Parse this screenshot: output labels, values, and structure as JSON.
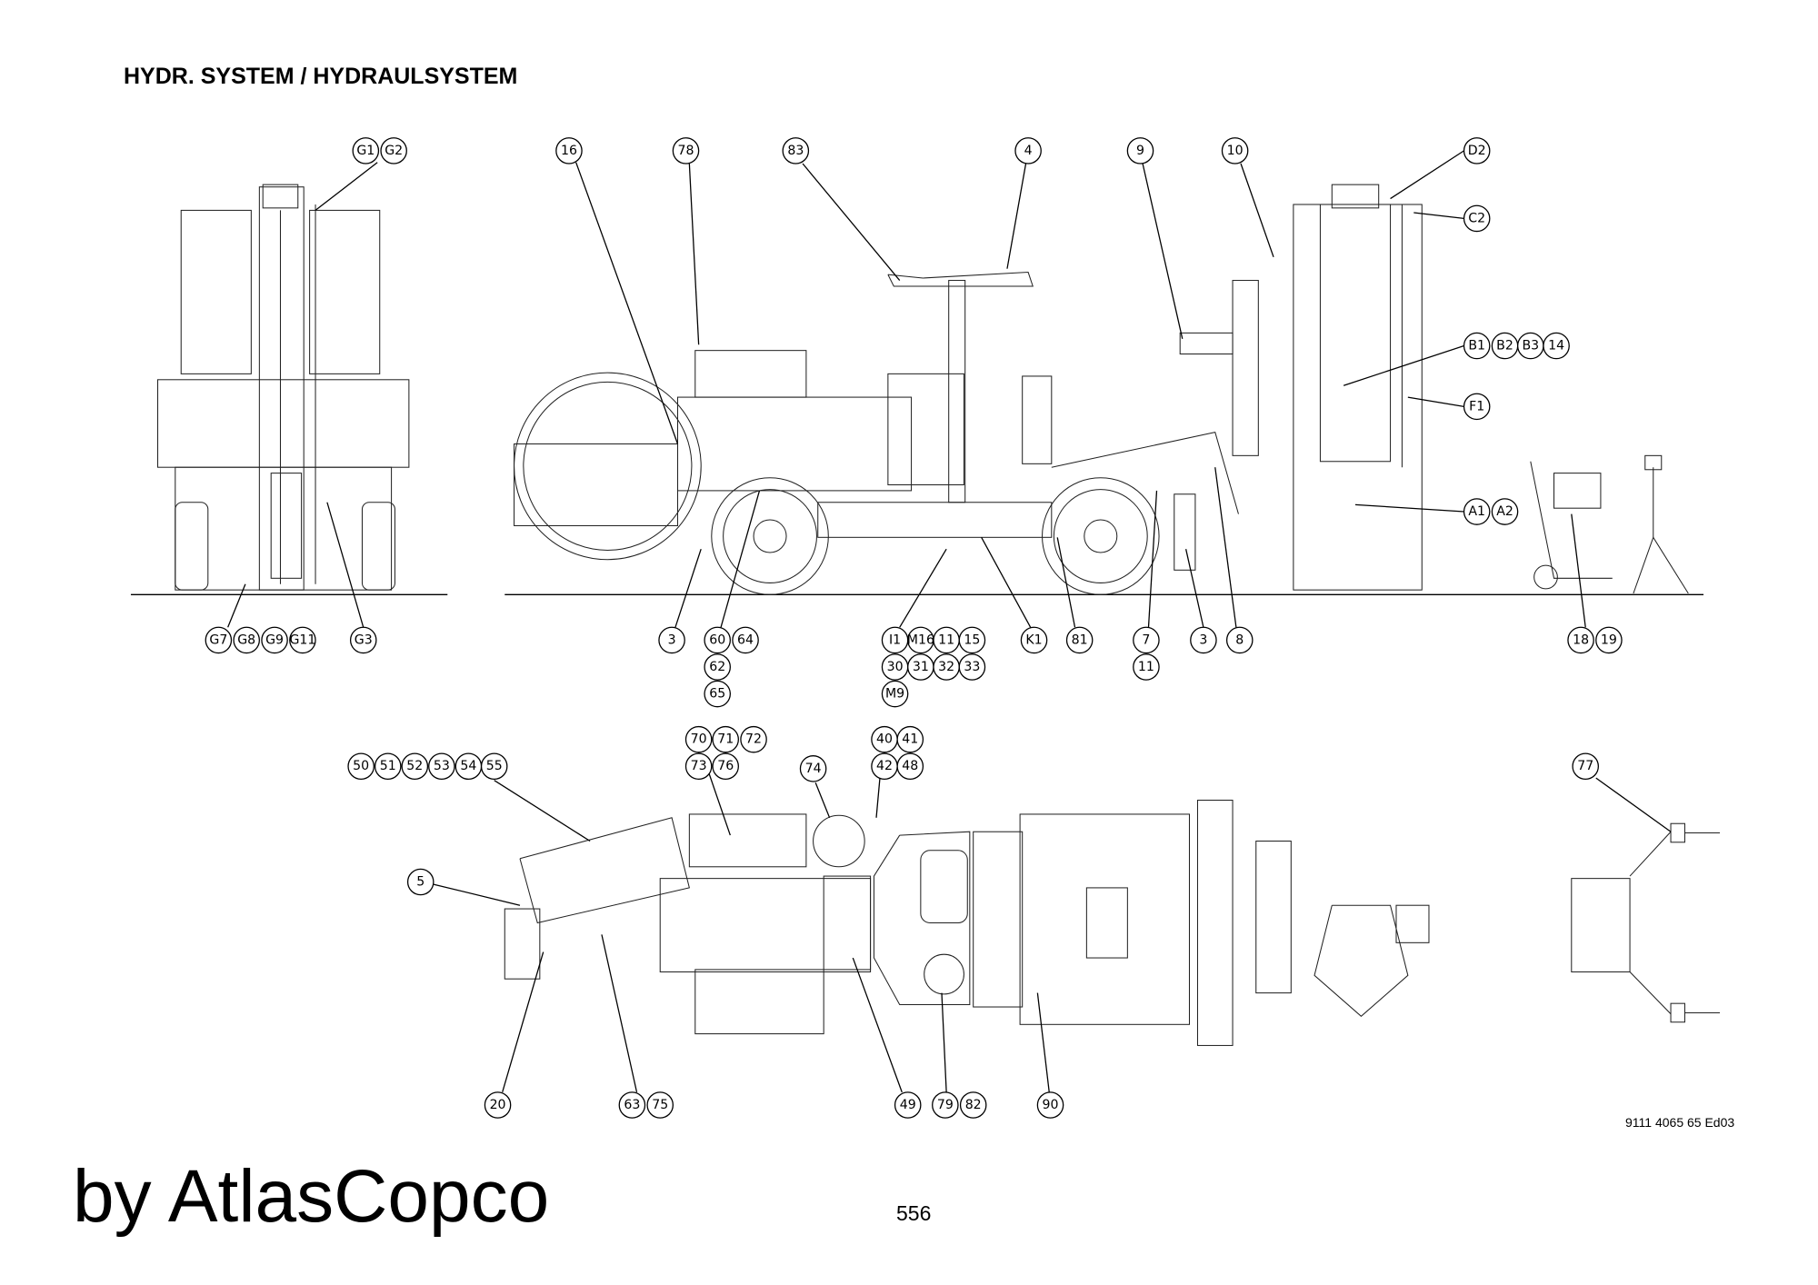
{
  "header": {
    "title": "HYDR. SYSTEM / HYDRAULSYSTEM"
  },
  "doc_number": "9111 4065 65 Ed03",
  "brand": "by AtlasCopco",
  "page_number": "556",
  "callouts": [
    "G1",
    "G2",
    "16",
    "78",
    "83",
    "4",
    "9",
    "10",
    "D2",
    "C2",
    "B1",
    "B2",
    "B3",
    "14",
    "F1",
    "A1",
    "A2",
    "G7",
    "G8",
    "G9",
    "G11",
    "G3",
    "3",
    "60",
    "64",
    "62",
    "65",
    "I1",
    "M16",
    "11",
    "15",
    "30",
    "31",
    "32",
    "33",
    "M9",
    "K1",
    "81",
    "7",
    "11",
    "3",
    "8",
    "18",
    "19",
    "70",
    "71",
    "72",
    "73",
    "76",
    "40",
    "41",
    "42",
    "48",
    "74",
    "50",
    "51",
    "52",
    "53",
    "54",
    "55",
    "5",
    "77",
    "20",
    "63",
    "75",
    "49",
    "79",
    "82",
    "90"
  ]
}
